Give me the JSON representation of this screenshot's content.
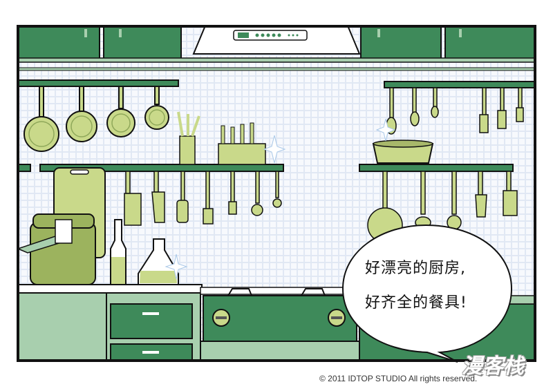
{
  "speech_bubble": {
    "line1": "好漂亮的厨房,",
    "line2": "好齐全的餐具!"
  },
  "copyright": "© 2011 IDTOP STUDIO All rights reserved.",
  "watermark": "漫客栈",
  "colors": {
    "cabinet": "#3e8a5a",
    "cabinet_light": "#a8cfae",
    "utensil": "#c9d98a",
    "tile": "#eef3fb",
    "outline": "#111111"
  }
}
